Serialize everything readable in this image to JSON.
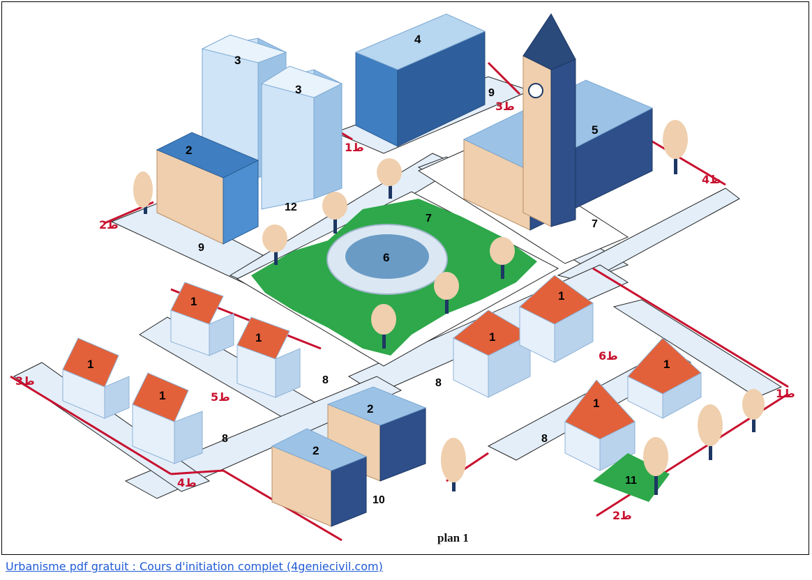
{
  "caption": "plan 1",
  "source_link": "Urbanisme pdf gratuit : Cours d'initiation complet (4geniecivil.com)",
  "colors": {
    "road": "#e3eef9",
    "road_edge": "#222222",
    "green": "#2ea84a",
    "boundary": "#c8102e",
    "roof_tile": "#e2613a",
    "building_blue": "#3f7ec0",
    "building_light": "#cfe4f7",
    "beige": "#efcfad"
  },
  "labels": {
    "tower_a": "3",
    "tower_b": "3",
    "office_top": "4",
    "office_left": "2",
    "church": "5",
    "fountain": "6",
    "park": "7",
    "church_yard": "7",
    "lot_upper_left": "9",
    "lot_upper_right": "9",
    "lot_center": "12",
    "house_a1": "1",
    "house_a2": "1",
    "house_b1": "1",
    "house_b2": "1",
    "house_c1": "1",
    "house_c2": "1",
    "house_d1": "1",
    "house_d2": "1",
    "lot_a": "8",
    "lot_b": "8",
    "lot_c": "8",
    "lot_d": "8",
    "apt_a": "2",
    "apt_b": "2",
    "lot_apt": "10",
    "garden": "11"
  },
  "boundary_marks": {
    "t1_top": "ط1",
    "t2_top": "ط2",
    "t3_top": "ط3",
    "t4_top": "ط4",
    "t3_left": "ط3",
    "t5_mid": "ط5",
    "t6_mid": "ط6",
    "t1_right": "ط1",
    "t4_bottom": "ط4",
    "t2_bottom": "ط2"
  }
}
